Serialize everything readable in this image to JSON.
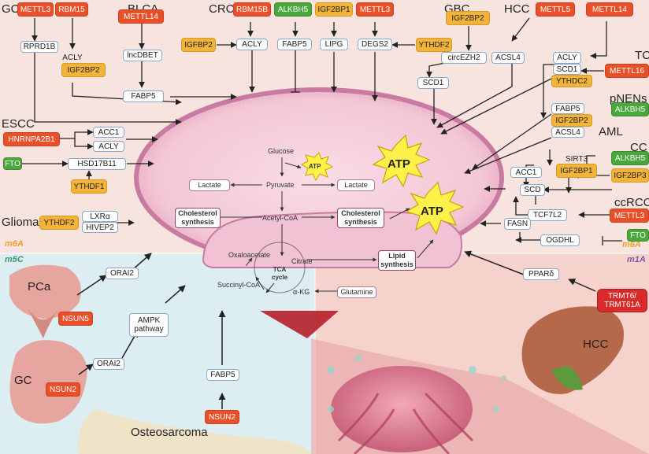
{
  "regions": {
    "gc": "GC",
    "blca": "BLCA",
    "crc": "CRC",
    "gbc": "GBC",
    "hcc_top": "HCC",
    "tc": "TC",
    "escc": "ESCC",
    "pnens": "pNENs",
    "aml": "AML",
    "cc": "CC",
    "ccrcc": "ccRCC",
    "glioma": "Glioma",
    "pca": "PCa",
    "gc_stomach": "GC",
    "osteosarcoma": "Osteosarcoma",
    "hcc_liver": "HCC"
  },
  "tags": {
    "m6a_left": "m6A",
    "m6a_right": "m6A",
    "m5c": "m5C",
    "m1a": "m1A"
  },
  "regulators": {
    "mettl3_gc": "METTL3",
    "rbm15": "RBM15",
    "mettl14_blca": "METTL14",
    "rbm15b": "RBM15B",
    "alkbh5_crc": "ALKBH5",
    "igf2bp1_crc": "IGF2BP1",
    "mettl3_crc": "METTL3",
    "igf2bp2_gbc": "IGF2BP2",
    "mettl5": "METTL5",
    "mettl14_hcc": "METTL14",
    "igf2bp2_gc": "IGF2BP2",
    "igfbp2": "IGFBP2",
    "ythdf2_gbc": "YTHDF2",
    "mettl16": "METTL16",
    "ythdc2": "YTHDC2",
    "alkbh5_pnens": "ALKBH5",
    "igf2bp2_pnens": "IGF2BP2",
    "hnrnpa2b1": "HNRNPA2B1",
    "fto_escc": "FTO",
    "ythdf1": "YTHDF1",
    "alkbh5_cc": "ALKBH5",
    "igf2bp1_cc": "IGF2BP1",
    "igf2bp3": "IGF2BP3",
    "mettl3_ccrcc": "METTL3",
    "ythdf2_glioma": "YTHDF2",
    "fto_aml": "FTO",
    "nsun5": "NSUN5",
    "nsun2_gc": "NSUN2",
    "nsun2_os": "NSUN2",
    "trmt": "TRMT6/\nTRMT61A"
  },
  "targets": {
    "rprd1b": "RPRD1B",
    "acly_gc": "ACLY",
    "lncdbet": "lncDBET",
    "fabp5_blca": "FABP5",
    "acly_crc": "ACLY",
    "fabp5_crc": "FABP5",
    "lipg": "LIPG",
    "degs2": "DEGS2",
    "circezh2": "circEZH2",
    "scd1_gbc": "SCD1",
    "acsl4_hcc": "ACSL4",
    "acly_hcc": "ACLY",
    "scd1_tc": "SCD1",
    "acc1_escc": "ACC1",
    "acly_escc": "ACLY",
    "hsd17b11": "HSD17B11",
    "fabp5_pnens": "FABP5",
    "acsl4_aml": "ACSL4",
    "sirt3": "SIRT3",
    "acc1_cc": "ACC1",
    "scd": "SCD",
    "tcf7l2": "TCF7L2",
    "fasn": "FASN",
    "ogdhl": "OGDHL",
    "lxra": "LXRα",
    "hivep2": "HIVEP2",
    "orai2_pca": "ORAI2",
    "ampk": "AMPK\npathway",
    "orai2_gc": "ORAI2",
    "fabp5_os": "FABP5",
    "ppard": "PPARδ"
  },
  "cell": {
    "glucose": "Glucose",
    "atp_small": "ATP",
    "pyruvate": "Pyruvate",
    "lactate_left": "Lactate",
    "lactate_right": "Lactate",
    "chol_left": "Cholesterol\nsynthesis",
    "chol_right": "Cholesterol\nsynthesis",
    "acetyl": "Acetyl-CoA",
    "oxaloacetate": "Oxaloacetate",
    "citrate": "Citrate",
    "tca": "TCA\ncycle",
    "succinyl": "Succinyl-CoA",
    "akg": "α-KG",
    "lipid": "Lipid\nsynthesis",
    "glutamine": "Glutamine",
    "atp_big1": "ATP",
    "atp_big2": "ATP"
  },
  "colors": {
    "m6a_bg": "#f8e0da",
    "m5c_bg": "#dcecf0",
    "m1a_bg": "#f4d4d0",
    "writer": "#e8502a",
    "reader": "#f2b33a",
    "eraser": "#4aa73c",
    "m6a_tag": "#f0a030",
    "m5c_tag": "#3a9a6a",
    "m1a_tag": "#7a5aa8"
  }
}
